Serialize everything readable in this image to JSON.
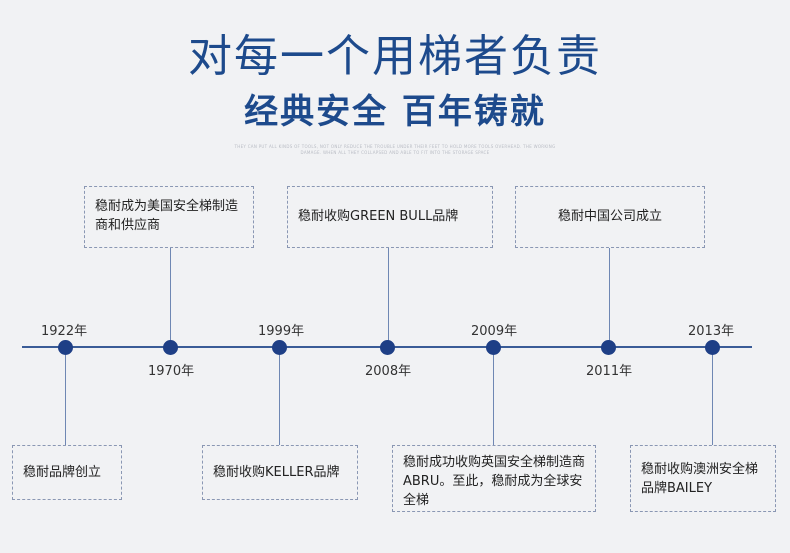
{
  "header": {
    "title": "对每一个用梯者负责",
    "subtitle": "经典安全 百年铸就",
    "fineprint_line1": "THEY CAN PUT ALL KINDS OF TOOLS, NOT ONLY REDUCE THE TROUBLE UNDER THEIR FEET TO HOLD MORE TOOLS OVERHEAD. THE WORKING",
    "fineprint_line2": "DAMAGE. WHEN ALL THEY COLLAPSED AND ABLE TO FIT INTO THE STORAGE SPACE"
  },
  "timeline": {
    "years": [
      "1922年",
      "1970年",
      "1999年",
      "2008年",
      "2009年",
      "2011年",
      "2013年"
    ],
    "events": [
      "稳耐品牌创立",
      "稳耐成为美国安全梯制造商和供应商",
      "稳耐收购KELLER品牌",
      "稳耐收购GREEN BULL品牌",
      "稳耐成功收购英国安全梯制造商ABRU。至此，稳耐成为全球安全梯",
      "稳耐中国公司成立",
      "稳耐收购澳洲安全梯品牌BAILEY"
    ]
  }
}
